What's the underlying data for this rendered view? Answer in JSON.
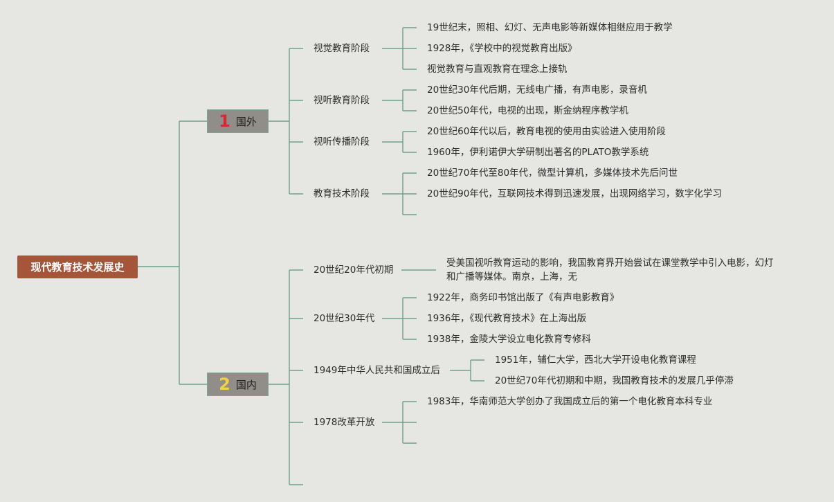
{
  "root": {
    "label": "现代教育技术发展史"
  },
  "colors": {
    "root": "#a5553a",
    "category": "#918d88",
    "connector": "#6ea08e",
    "background": "#e6e7e3",
    "badge_one": "#d42a35",
    "badge_two": "#f2d14a"
  },
  "foreign": {
    "badge": "1",
    "label": "国外",
    "stages": [
      {
        "label": "视觉教育阶段",
        "items": [
          "19世纪末，照相、幻灯、无声电影等新媒体相继应用于教学",
          "1928年，《学校中的视觉教育出版》",
          "视觉教育与直观教育在理念上接轨"
        ]
      },
      {
        "label": "视听教育阶段",
        "items": [
          "20世纪30年代后期，无线电广播，有声电影，录音机",
          "20世纪50年代，电视的出现，斯金纳程序教学机"
        ]
      },
      {
        "label": "视听传播阶段",
        "items": [
          "20世纪60年代以后，教育电视的使用由实验进入使用阶段",
          "1960年，伊利诺伊大学研制出著名的PLATO教学系统"
        ]
      },
      {
        "label": "教育技术阶段",
        "items": [
          "20世纪70年代至80年代，微型计算机，多媒体技术先后问世",
          "20世纪90年代，互联网技术得到迅速发展，出现网络学习，数字化学习"
        ]
      }
    ]
  },
  "domestic": {
    "badge": "2",
    "label": "国内",
    "stages": [
      {
        "label": "20世纪20年代初期",
        "items": [
          "受美国视听教育运动的影响，我国教育界开始尝试在课堂教学中引入电影，幻灯",
          "和广播等媒体。南京，上海，无"
        ]
      },
      {
        "label": "20世纪30年代",
        "items": [
          "1922年，商务印书馆出版了《有声电影教育》",
          "1936年，《现代教育技术》在上海出版",
          "1938年，金陵大学设立电化教育专修科"
        ]
      },
      {
        "label": "1949年中华人民共和国成立后",
        "items": [
          "1951年，辅仁大学，西北大学开设电化教育课程",
          "20世纪70年代初期和中期，我国教育技术的发展几乎停滞"
        ]
      },
      {
        "label": "1978改革开放",
        "items": [
          "1983年，华南师范大学创办了我国成立后的第一个电化教育本科专业"
        ]
      }
    ]
  }
}
